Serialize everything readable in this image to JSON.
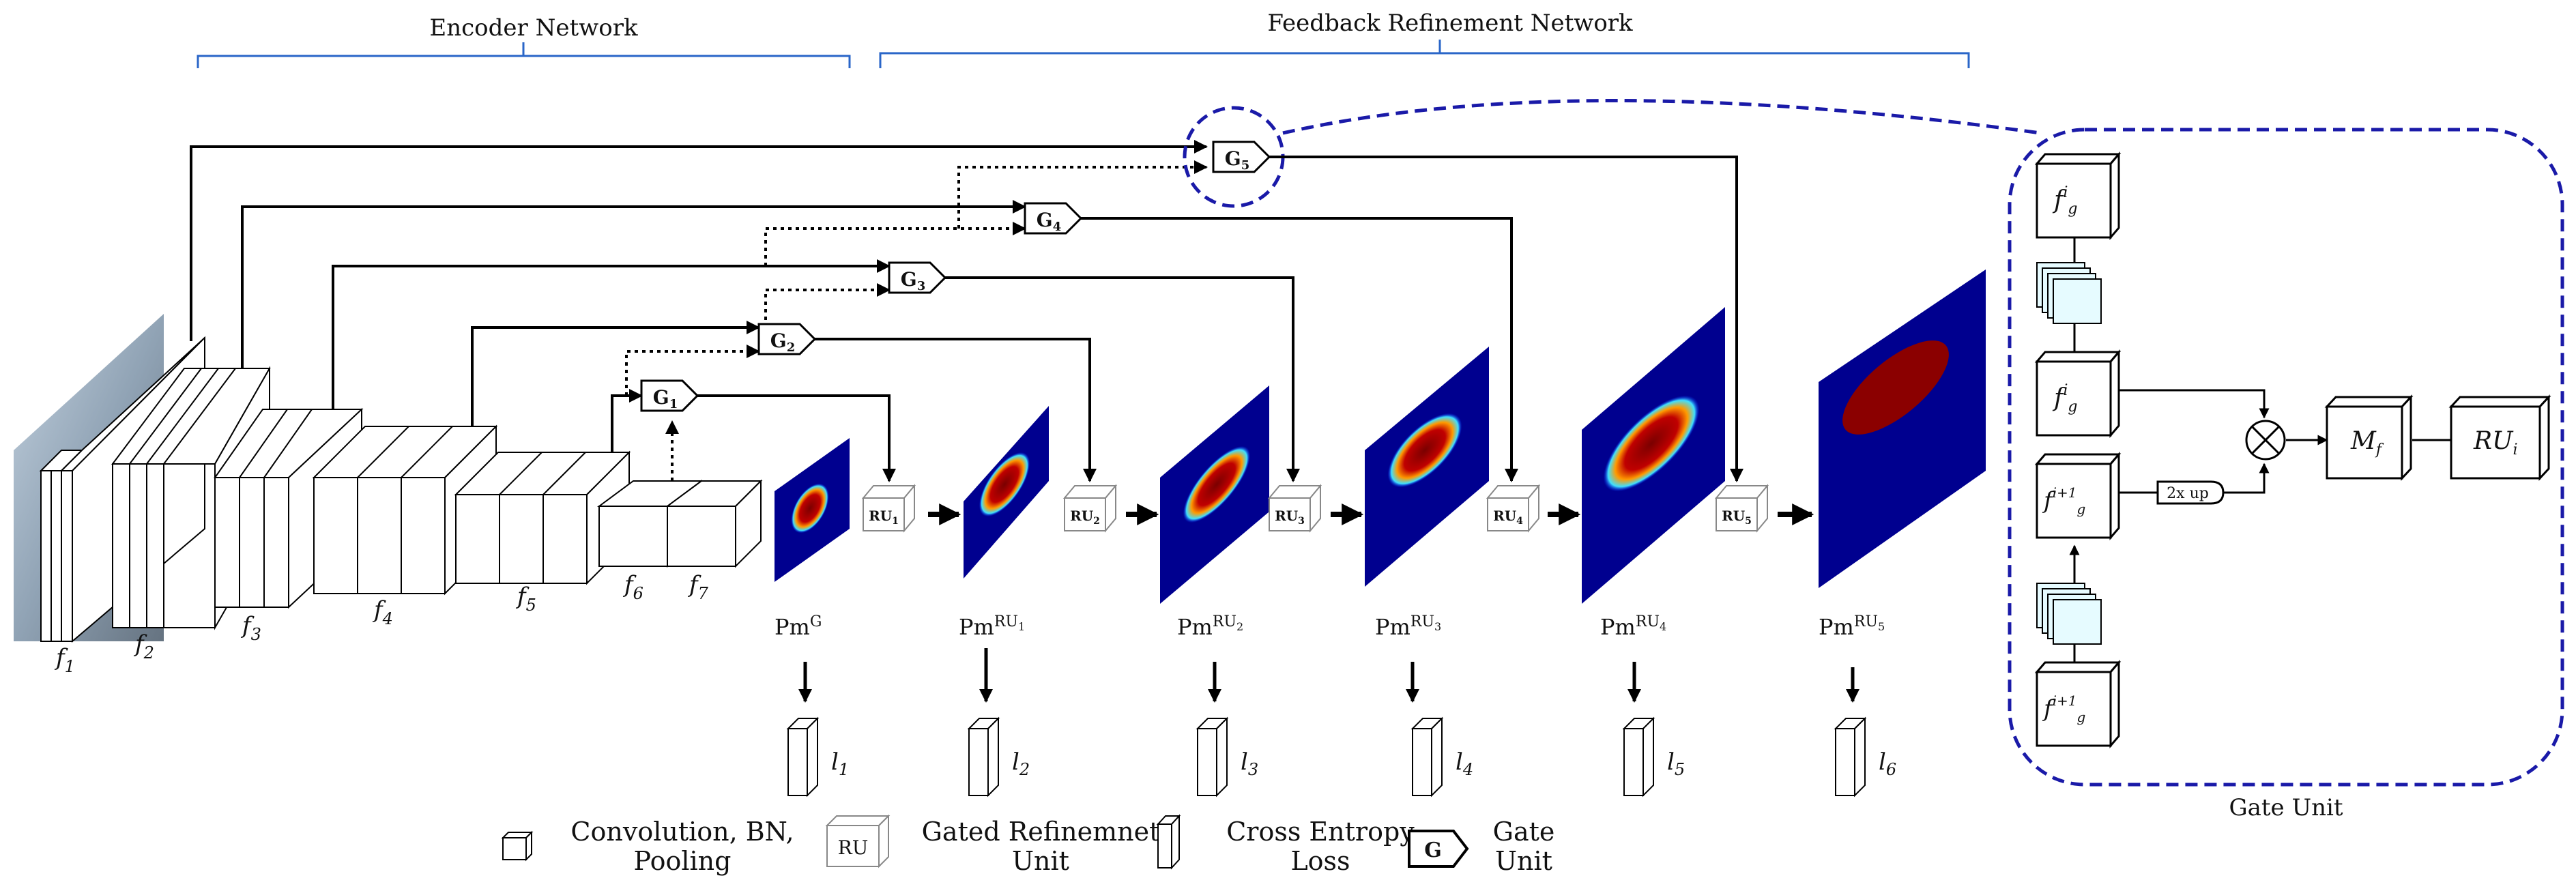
{
  "headers": {
    "encoder": "Encoder Network",
    "feedback": "Feedback Refinement Network",
    "gate_unit": "Gate Unit"
  },
  "colors": {
    "bracket": "#2a66c8",
    "gate_outline": "#1a1aa8",
    "heatmap_bg": "#00008f",
    "heatmap_hot": "#8b0000",
    "feature_cyan": "#e6fbff"
  },
  "encoder_features": [
    {
      "f": "f",
      "sub": "1"
    },
    {
      "f": "f",
      "sub": "2"
    },
    {
      "f": "f",
      "sub": "3"
    },
    {
      "f": "f",
      "sub": "4"
    },
    {
      "f": "f",
      "sub": "5"
    },
    {
      "f": "f",
      "sub": "6"
    },
    {
      "f": "f",
      "sub": "7"
    }
  ],
  "gates": [
    {
      "g": "G",
      "sub": "1"
    },
    {
      "g": "G",
      "sub": "2"
    },
    {
      "g": "G",
      "sub": "3"
    },
    {
      "g": "G",
      "sub": "4"
    },
    {
      "g": "G",
      "sub": "5"
    }
  ],
  "refinement_units": [
    {
      "ru": "RU",
      "sub": "1"
    },
    {
      "ru": "RU",
      "sub": "2"
    },
    {
      "ru": "RU",
      "sub": "3"
    },
    {
      "ru": "RU",
      "sub": "4"
    },
    {
      "ru": "RU",
      "sub": "5"
    }
  ],
  "predictions": [
    {
      "pm": "Pm",
      "sup": "G",
      "supsub": ""
    },
    {
      "pm": "Pm",
      "sup": "RU",
      "supsub": "1"
    },
    {
      "pm": "Pm",
      "sup": "RU",
      "supsub": "2"
    },
    {
      "pm": "Pm",
      "sup": "RU",
      "supsub": "3"
    },
    {
      "pm": "Pm",
      "sup": "RU",
      "supsub": "4"
    },
    {
      "pm": "Pm",
      "sup": "RU",
      "supsub": "5"
    }
  ],
  "losses": [
    {
      "l": "l",
      "sub": "1"
    },
    {
      "l": "l",
      "sub": "2"
    },
    {
      "l": "l",
      "sub": "3"
    },
    {
      "l": "l",
      "sub": "4"
    },
    {
      "l": "l",
      "sub": "5"
    },
    {
      "l": "l",
      "sub": "6"
    }
  ],
  "gate_unit_detail": {
    "fig_top": {
      "f": "f",
      "sup": "i",
      "sub": "g"
    },
    "fig_mid": {
      "f": "f",
      "sup": "i",
      "sub": "g"
    },
    "fi1g_mid": {
      "f": "f",
      "sup": "i+1",
      "sub": "g"
    },
    "fi1g_bottom": {
      "f": "f",
      "sup": "i+1",
      "sub": "g"
    },
    "upsample": "2x up",
    "mf": {
      "m": "M",
      "sub": "f"
    },
    "rui": {
      "ru": "RU",
      "sub": "i"
    }
  },
  "legend": [
    {
      "icon": "conv-cube",
      "text": [
        "Convolution, BN,",
        "Pooling"
      ]
    },
    {
      "icon": "ru-cube",
      "box_text": "RU",
      "text": [
        "Gated Refinemnet",
        "Unit"
      ]
    },
    {
      "icon": "loss-bar",
      "text": [
        "Cross Entropy",
        "Loss"
      ]
    },
    {
      "icon": "gate-pentagon",
      "box_text": "G",
      "text": [
        "Gate",
        "Unit"
      ]
    }
  ]
}
